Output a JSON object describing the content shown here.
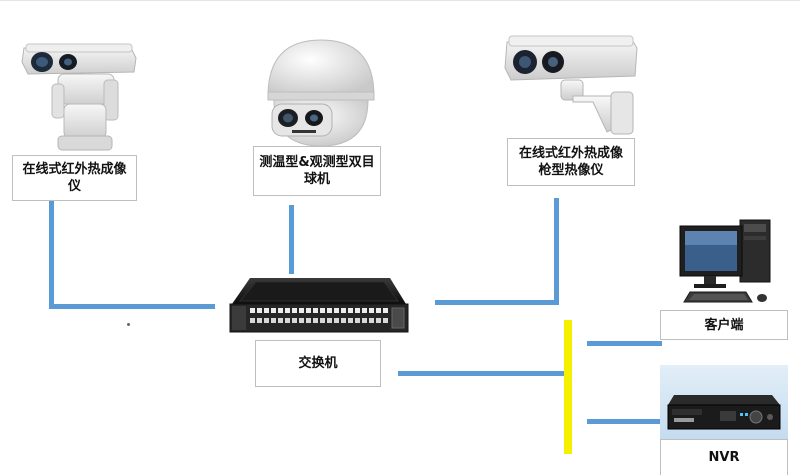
{
  "devices": {
    "ptz_thermal": {
      "label": "在线式红外热成像\n仪",
      "icon": "ptz-thermal-camera-icon"
    },
    "dome": {
      "label": "测温型&观测型双目\n球机",
      "icon": "dome-camera-icon"
    },
    "bullet": {
      "label": "在线式红外热成像\n枪型热像仪",
      "icon": "bullet-thermal-camera-icon"
    },
    "switch": {
      "label": "交换机",
      "icon": "network-switch-icon"
    },
    "client": {
      "label": "客户端",
      "icon": "desktop-computer-icon"
    },
    "nvr": {
      "label": "NVR",
      "icon": "nvr-recorder-icon"
    }
  },
  "colors": {
    "wire": "#5b9bd5",
    "bus": "#f5f000"
  }
}
